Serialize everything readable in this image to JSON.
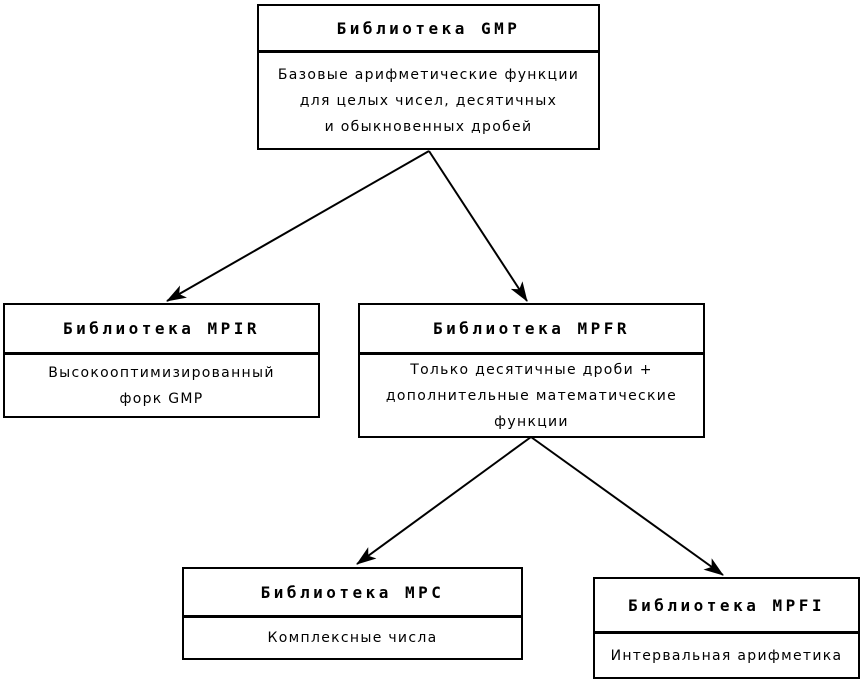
{
  "diagram": {
    "background_color": "#ffffff",
    "line_color": "#000000",
    "nodes": [
      {
        "id": "gmp",
        "title": "Библиотека GMP",
        "body": "Базовые арифметические функции\nдля целых чисел, десятичных\nи обыкновенных дробей"
      },
      {
        "id": "mpir",
        "title": "Библиотека MPIR",
        "body": "Высокооптимизированный\nфорк GMP"
      },
      {
        "id": "mpfr",
        "title": "Библиотека MPFR",
        "body": "Только десятичные дроби +\nдополнительные математические\nфункции"
      },
      {
        "id": "mpc",
        "title": "Библиотека MPC",
        "body": "Комплексные числа"
      },
      {
        "id": "mpfi",
        "title": "Библиотека MPFI",
        "body": "Интервальная арифметика"
      }
    ],
    "edges": [
      {
        "from": "gmp",
        "to": "mpir"
      },
      {
        "from": "gmp",
        "to": "mpfr"
      },
      {
        "from": "mpfr",
        "to": "mpc"
      },
      {
        "from": "mpfr",
        "to": "mpfi"
      }
    ]
  }
}
